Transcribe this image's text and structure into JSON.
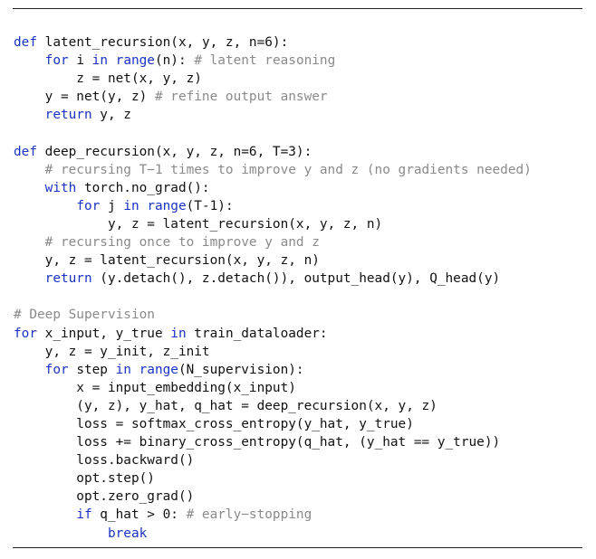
{
  "colors": {
    "keyword": "#1a33c4",
    "comment": "#8a8a8a",
    "text": "#111111"
  },
  "code_lines": [
    [
      [
        "k",
        "def"
      ],
      [
        "p",
        " latent_recursion(x, y, z, n=6):"
      ]
    ],
    [
      [
        "p",
        "    "
      ],
      [
        "k",
        "for"
      ],
      [
        "p",
        " i "
      ],
      [
        "k",
        "in"
      ],
      [
        "p",
        " "
      ],
      [
        "k",
        "range"
      ],
      [
        "p",
        "(n): "
      ],
      [
        "c",
        "# latent reasoning"
      ]
    ],
    [
      [
        "p",
        "        z = net(x, y, z)"
      ]
    ],
    [
      [
        "p",
        "    y = net(y, z) "
      ],
      [
        "c",
        "# refine output answer"
      ]
    ],
    [
      [
        "p",
        "    "
      ],
      [
        "k",
        "return"
      ],
      [
        "p",
        " y, z"
      ]
    ],
    [],
    [
      [
        "k",
        "def"
      ],
      [
        "p",
        " deep_recursion(x, y, z, n=6, T=3):"
      ]
    ],
    [
      [
        "p",
        "    "
      ],
      [
        "c",
        "# recursing T−1 times to improve y and z (no gradients needed)"
      ]
    ],
    [
      [
        "p",
        "    "
      ],
      [
        "k",
        "with"
      ],
      [
        "p",
        " torch.no_grad():"
      ]
    ],
    [
      [
        "p",
        "        "
      ],
      [
        "k",
        "for"
      ],
      [
        "p",
        " j "
      ],
      [
        "k",
        "in"
      ],
      [
        "p",
        " "
      ],
      [
        "k",
        "range"
      ],
      [
        "p",
        "(T-1):"
      ]
    ],
    [
      [
        "p",
        "            y, z = latent_recursion(x, y, z, n)"
      ]
    ],
    [
      [
        "p",
        "    "
      ],
      [
        "c",
        "# recursing once to improve y and z"
      ]
    ],
    [
      [
        "p",
        "    y, z = latent_recursion(x, y, z, n)"
      ]
    ],
    [
      [
        "p",
        "    "
      ],
      [
        "k",
        "return"
      ],
      [
        "p",
        " (y.detach(), z.detach()), output_head(y), Q_head(y)"
      ]
    ],
    [],
    [
      [
        "c",
        "# Deep Supervision"
      ]
    ],
    [
      [
        "k",
        "for"
      ],
      [
        "p",
        " x_input, y_true "
      ],
      [
        "k",
        "in"
      ],
      [
        "p",
        " train_dataloader:"
      ]
    ],
    [
      [
        "p",
        "    y, z = y_init, z_init"
      ]
    ],
    [
      [
        "p",
        "    "
      ],
      [
        "k",
        "for"
      ],
      [
        "p",
        " step "
      ],
      [
        "k",
        "in"
      ],
      [
        "p",
        " "
      ],
      [
        "k",
        "range"
      ],
      [
        "p",
        "(N_supervision):"
      ]
    ],
    [
      [
        "p",
        "        x = input_embedding(x_input)"
      ]
    ],
    [
      [
        "p",
        "        (y, z), y_hat, q_hat = deep_recursion(x, y, z)"
      ]
    ],
    [
      [
        "p",
        "        loss = softmax_cross_entropy(y_hat, y_true)"
      ]
    ],
    [
      [
        "p",
        "        loss += binary_cross_entropy(q_hat, (y_hat == y_true))"
      ]
    ],
    [
      [
        "p",
        "        loss.backward()"
      ]
    ],
    [
      [
        "p",
        "        opt.step()"
      ]
    ],
    [
      [
        "p",
        "        opt.zero_grad()"
      ]
    ],
    [
      [
        "p",
        "        "
      ],
      [
        "k",
        "if"
      ],
      [
        "p",
        " q_hat > 0: "
      ],
      [
        "c",
        "# early−stopping"
      ]
    ],
    [
      [
        "p",
        "            "
      ],
      [
        "k",
        "break"
      ]
    ]
  ]
}
